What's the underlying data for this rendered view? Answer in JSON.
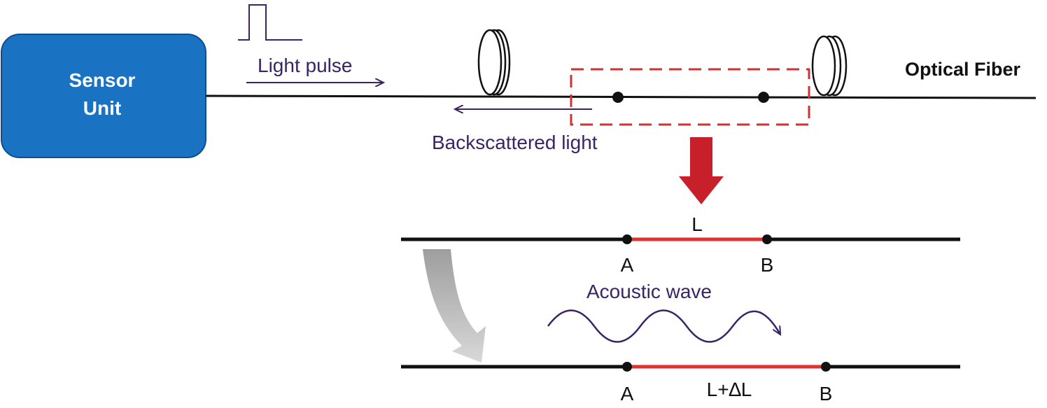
{
  "sensor_unit": {
    "line1": "Sensor",
    "line2": "Unit"
  },
  "labels": {
    "light_pulse": "Light pulse",
    "backscattered_light": "Backscattered light",
    "optical_fiber": "Optical Fiber",
    "acoustic_wave": "Acoustic wave"
  },
  "segment_before": {
    "length_label": "L",
    "point_a": "A",
    "point_b": "B"
  },
  "segment_after": {
    "length_label": "L+∆L",
    "point_a": "A",
    "point_b": "B"
  },
  "colors": {
    "sensor_unit_fill": "#1a73c2",
    "label_purple": "#3b2466",
    "highlight_red": "#e03030",
    "dashed_box": "#cc3333",
    "arrow_red": "#c8202a",
    "arrow_gray": "#b8b8b8"
  }
}
